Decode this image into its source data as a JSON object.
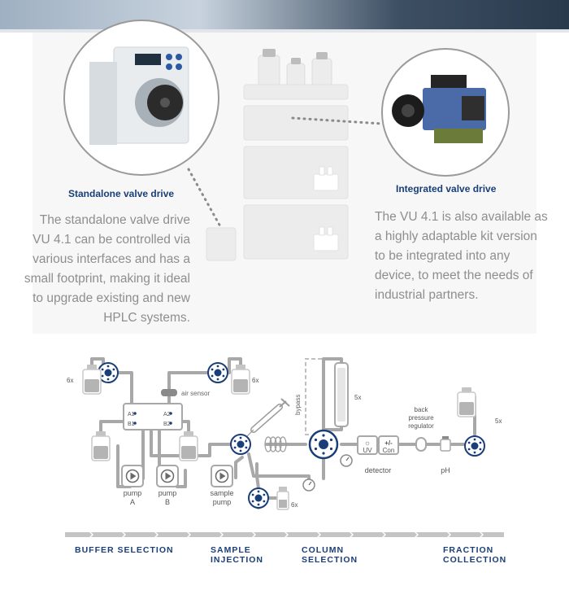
{
  "standalone": {
    "title": "Standalone valve drive",
    "description_lines": [
      "The standalone valve drive",
      "VU 4.1 can be controlled via",
      "various interfaces and has a",
      "small footprint, making it ideal",
      "to upgrade existing and new",
      "HPLC systems."
    ]
  },
  "integrated": {
    "title": "Integrated valve drive",
    "description_lines": [
      "The VU 4.1 is also available as",
      "a highly adaptable kit version",
      "to be integrated into any",
      "device, to meet the needs of",
      "industrial partners."
    ]
  },
  "diagram": {
    "bottle_count_label": "6x",
    "column_count_label": "5x",
    "fraction_count_label": "5x",
    "air_sensor": "air sensor",
    "bypass": "bypass",
    "back_pressure_lines": [
      "back",
      "pressure",
      "regulator"
    ],
    "uv_label": "UV",
    "con_symbol": "+/-",
    "con_label": "Con",
    "detector": "detector",
    "ph": "pH",
    "pump_a": [
      "pump",
      "A"
    ],
    "pump_b": [
      "pump",
      "B"
    ],
    "sample_pump": [
      "sample",
      "pump"
    ],
    "port_a1": "A1",
    "port_b1": "B1",
    "port_a2": "A2",
    "port_b2": "B2"
  },
  "stages": [
    {
      "lines": [
        "BUFFER SELECTION"
      ]
    },
    {
      "lines": [
        "SAMPLE",
        "INJECTION"
      ]
    },
    {
      "lines": [
        "COLUMN",
        "SELECTION"
      ]
    },
    {
      "lines": [
        "FRACTION",
        "COLLECTION"
      ]
    }
  ],
  "colors": {
    "accent": "#1a3e78",
    "line": "#a8a8a8",
    "muted_text": "#8e8e8e"
  }
}
